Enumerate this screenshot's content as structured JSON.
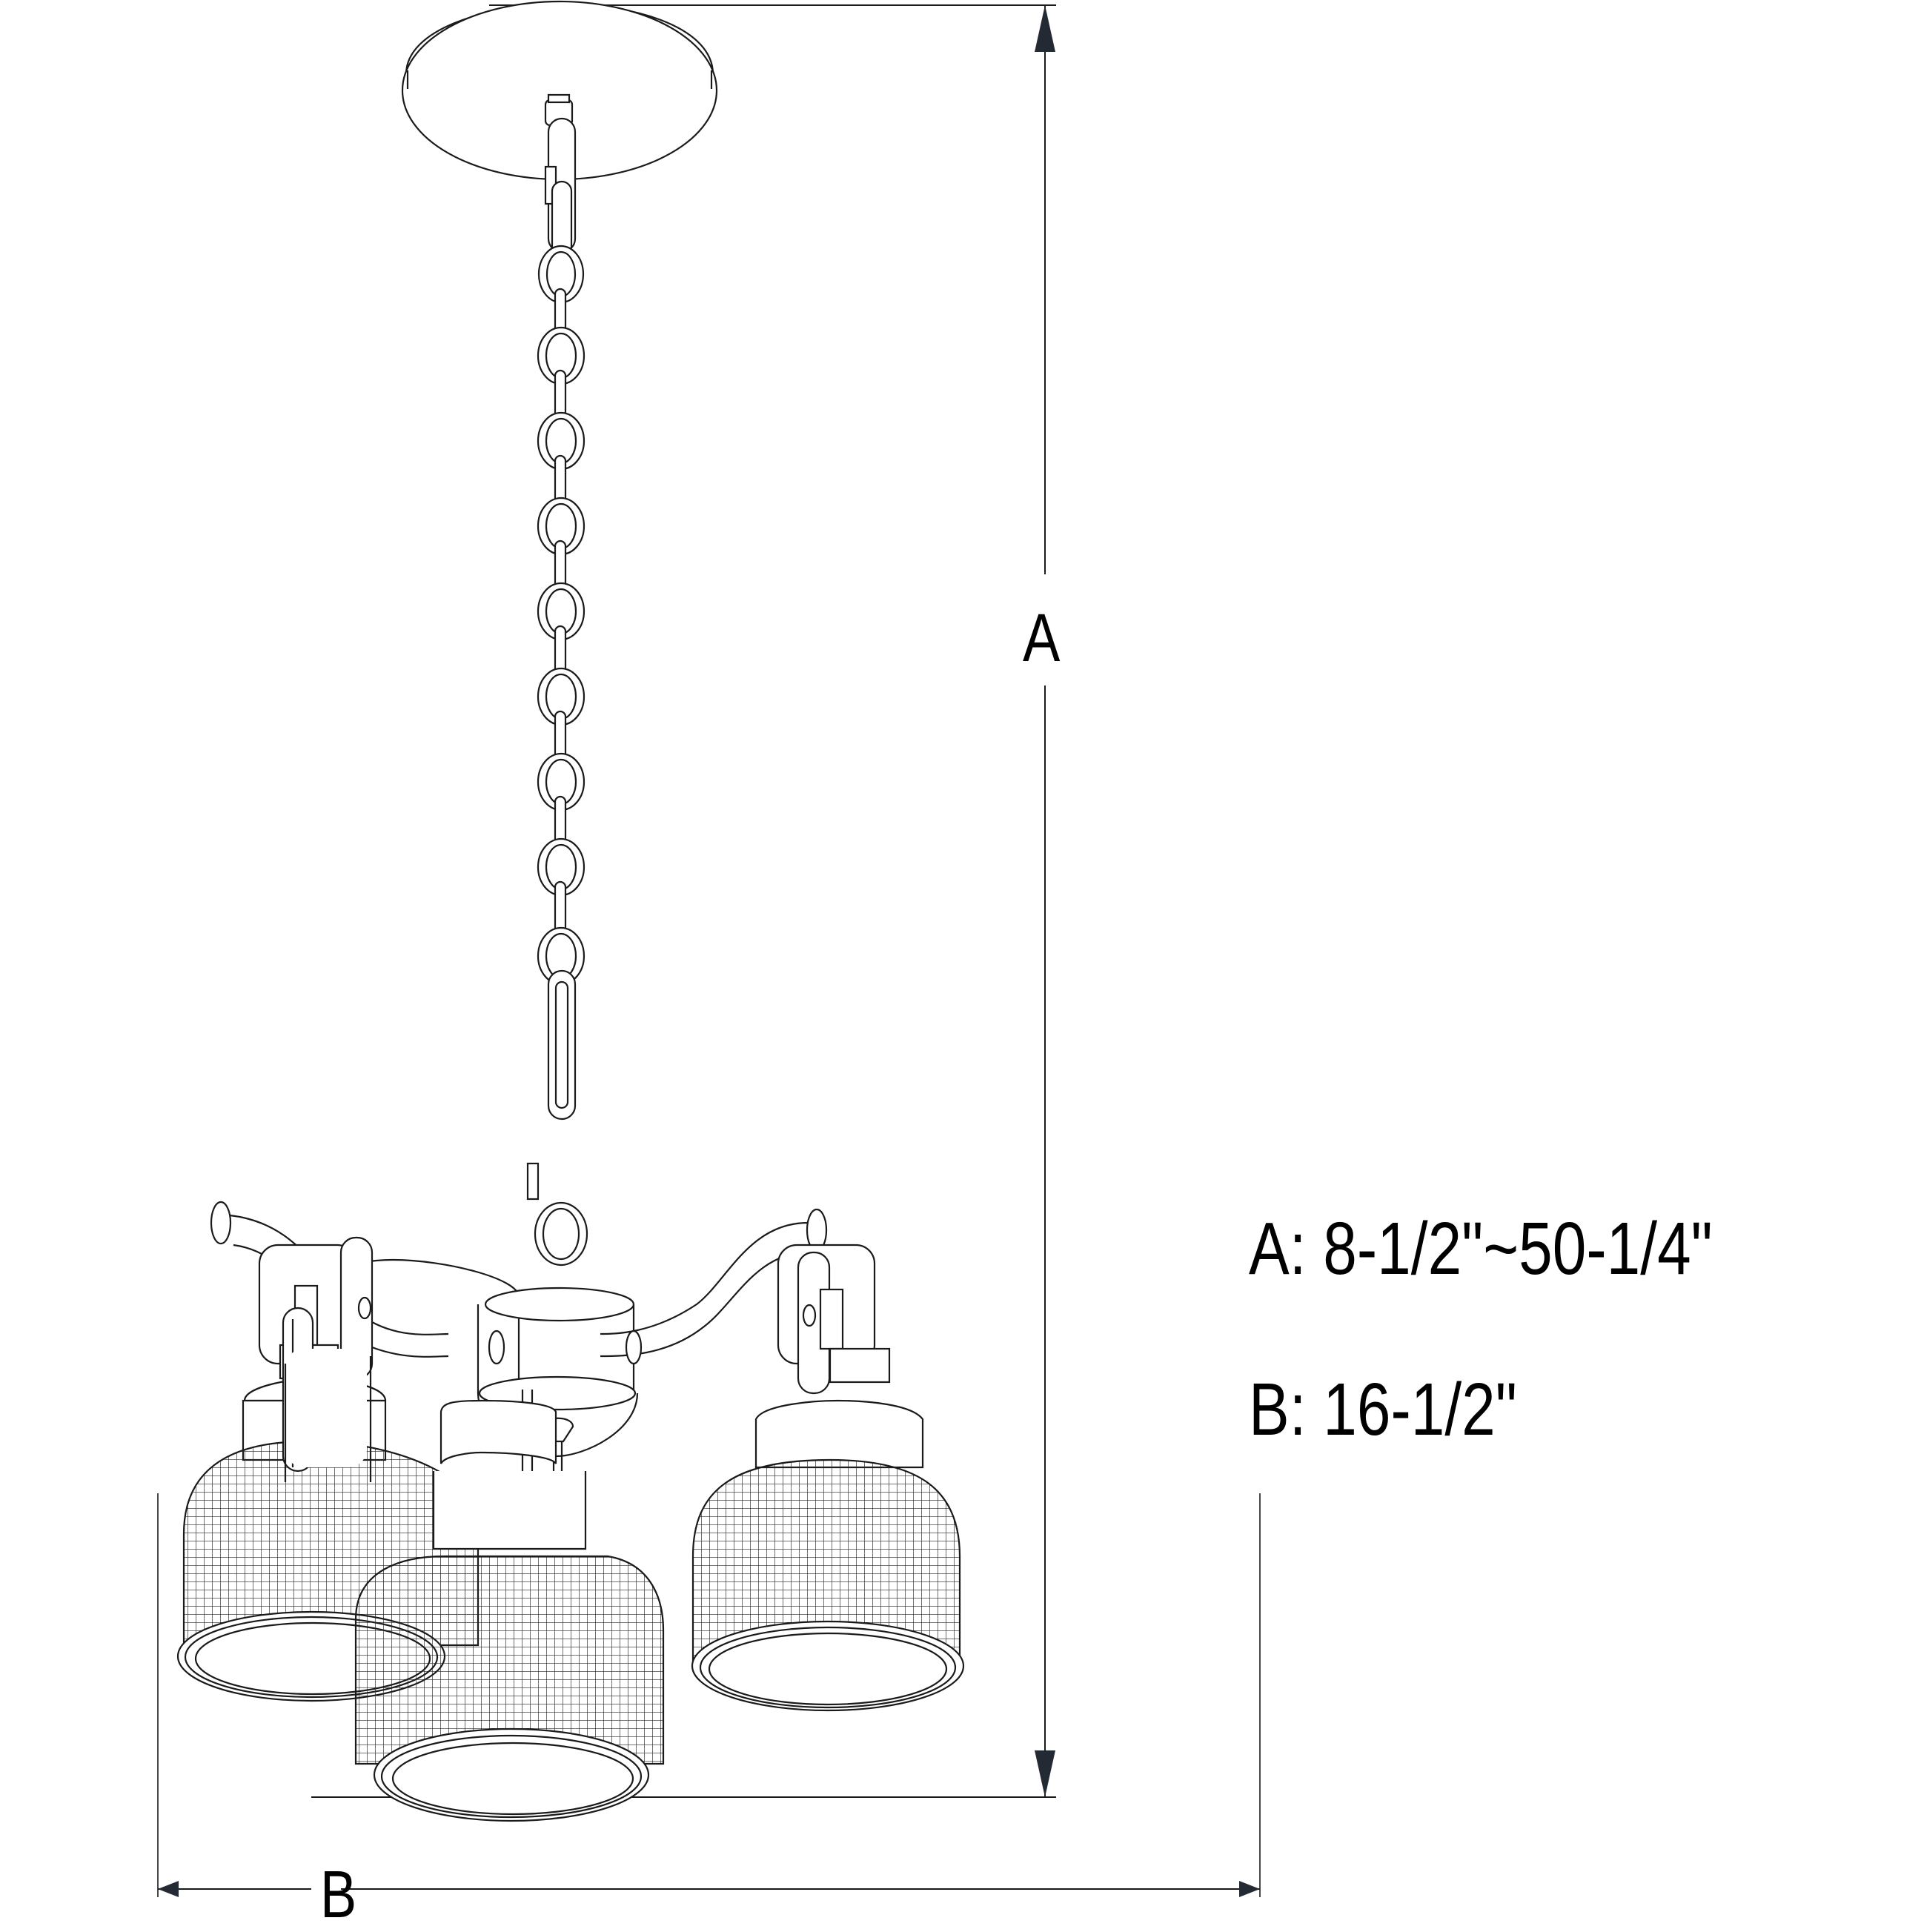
{
  "diagram": {
    "type": "product dimension drawing",
    "subject": "3-light chandelier with chain and mesh shades",
    "line_color": "#1a1a1a",
    "arrow_color": "#232a33",
    "background": "#ffffff"
  },
  "dimensions": {
    "a": {
      "marker": "A",
      "orientation": "vertical",
      "spec_label": "A:",
      "spec_value": "8-1/2\"~50-1/4\""
    },
    "b": {
      "marker": "B",
      "orientation": "horizontal",
      "spec_label": "B:",
      "spec_value": "16-1/2\""
    }
  },
  "components": {
    "canopy": "ceiling-canopy",
    "chain_links": 10,
    "arms": 3,
    "shades": 3
  }
}
